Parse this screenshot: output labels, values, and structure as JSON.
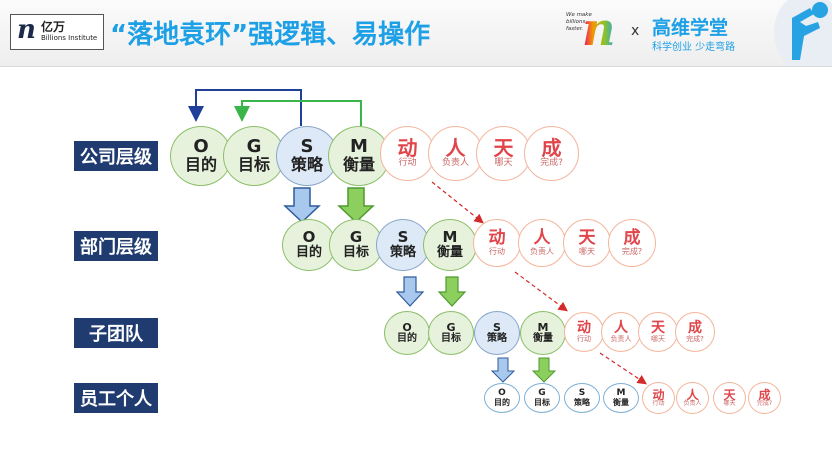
{
  "header": {
    "logo_cn": "亿万",
    "logo_en": "Billions Institute",
    "title": "“落地袁环”强逻辑、易操作",
    "brand_tagline": "We make billions faster.",
    "brand_mark": "n",
    "x": "x",
    "partner_name": "高维学堂",
    "partner_slogan": "科学创业 少走弯路"
  },
  "colors": {
    "header_title": "#1ea0e6",
    "label_bg": "#1f3b6f",
    "ogsm_fill": "#e7f2dc",
    "ogsm_s_fill": "#dde9f7",
    "action_text": "#e0454a",
    "action_border": "#f3b59b",
    "blue_arrow": "#1f3f99",
    "green_arrow": "#3ab54a",
    "dashed_arrow": "#d42a2a"
  },
  "levels": [
    {
      "label": "公司层级",
      "ogsm": [
        {
          "letter": "O",
          "word": "目的"
        },
        {
          "letter": "G",
          "word": "目标"
        },
        {
          "letter": "S",
          "word": "策略"
        },
        {
          "letter": "M",
          "word": "衡量"
        }
      ],
      "actions": [
        {
          "big": "动",
          "small": "行动"
        },
        {
          "big": "人",
          "small": "负责人"
        },
        {
          "big": "天",
          "small": "哪天"
        },
        {
          "big": "成",
          "small": "完成?"
        }
      ]
    },
    {
      "label": "部门层级",
      "ogsm": [
        {
          "letter": "O",
          "word": "目的"
        },
        {
          "letter": "G",
          "word": "目标"
        },
        {
          "letter": "S",
          "word": "策略"
        },
        {
          "letter": "M",
          "word": "衡量"
        }
      ],
      "actions": [
        {
          "big": "动",
          "small": "行动"
        },
        {
          "big": "人",
          "small": "负责人"
        },
        {
          "big": "天",
          "small": "哪天"
        },
        {
          "big": "成",
          "small": "完成?"
        }
      ]
    },
    {
      "label": "子团队",
      "ogsm": [
        {
          "letter": "O",
          "word": "目的"
        },
        {
          "letter": "G",
          "word": "目标"
        },
        {
          "letter": "S",
          "word": "策略"
        },
        {
          "letter": "M",
          "word": "衡量"
        }
      ],
      "actions": [
        {
          "big": "动",
          "small": "行动"
        },
        {
          "big": "人",
          "small": "负责人"
        },
        {
          "big": "天",
          "small": "哪天"
        },
        {
          "big": "成",
          "small": "完成?"
        }
      ]
    },
    {
      "label": "员工个人",
      "ogsm": [
        {
          "letter": "O",
          "word": "目的"
        },
        {
          "letter": "G",
          "word": "目标"
        },
        {
          "letter": "S",
          "word": "策略"
        },
        {
          "letter": "M",
          "word": "衡量"
        }
      ],
      "actions": [
        {
          "big": "动",
          "small": "行动"
        },
        {
          "big": "人",
          "small": "负责人"
        },
        {
          "big": "天",
          "small": "哪天"
        },
        {
          "big": "成",
          "small": "完成?"
        }
      ]
    }
  ]
}
